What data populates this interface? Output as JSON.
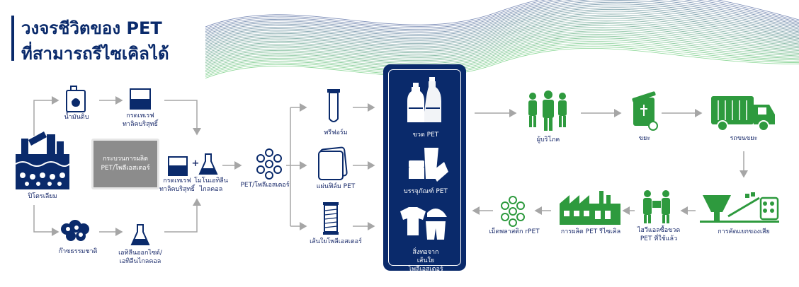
{
  "title": {
    "line1": "วงจรชีวิตของ PET",
    "line2": "ที่สามารถรีไซเคิลได้"
  },
  "nodes": {
    "crude_oil": "น้ำมันดิบ",
    "pta": "กรดเทเรฟ\nทาลิคบริสุทธิ์",
    "petroleum": "ปิโตรเลียม",
    "process": "กระบวนการผลิต\nPET/โพลีเอสเตอร์",
    "pta2": "กรดเทเรฟ\nทาลิคบริสุทธิ์",
    "plus": "+",
    "meg": "โมโนเอทิลีน\nไกลคอล",
    "natural_gas": "ก๊าซธรรมชาติ",
    "eo": "เอทิลีนออกไซด์/\nเอทิลีนไกลคอล",
    "pet_polyester": "PET/โพลีเอสเตอร์",
    "preform": "พรีฟอร์ม",
    "film": "แผ่นฟิล์ม PET",
    "fiber": "เส้นใยโพลีเอสเตอร์",
    "bottle": "ขวด PET",
    "packaging": "บรรจุภัณฑ์ PET",
    "textile": "สิ่งทอจาก\nเส้นใยโพลีเอสเตอร์",
    "consumer": "ผู้บริโภค",
    "waste": "ขยะ",
    "truck": "รถขนขยะ",
    "sorting": "การคัดแยกของเสีย",
    "collection": "ไฮวีแอลซื้อขวด\nPET ที่ใช้แล้ว",
    "recycle": "การผลิต PET รีไซเคิล",
    "rpet": "เม็ดพลาสติก rPET"
  },
  "colors": {
    "navy": "#0a2a6b",
    "green": "#2e9a3e",
    "arrow": "#a6a6a6",
    "gray_box": "#8c8c8c"
  }
}
